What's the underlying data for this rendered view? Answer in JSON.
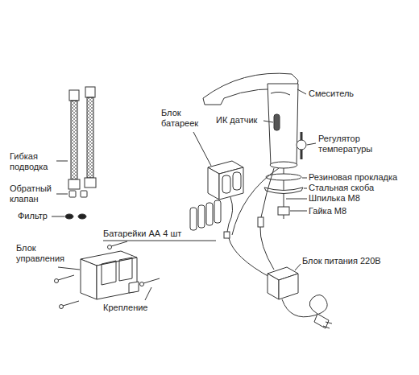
{
  "diagram": {
    "labels": [
      "Гибкая подводка",
      "Обратный клапан",
      "Фильтр",
      "Блок батареек",
      "Батарейки АА 4 шт",
      "Блок управления",
      "Крепление",
      "ИК датчик",
      "Смеситель",
      "Регулятор температуры",
      "Резиновая прокладка",
      "Стальная скоба",
      "Шпилька М8",
      "Гайка М8",
      "Блок питания 220В"
    ]
  }
}
